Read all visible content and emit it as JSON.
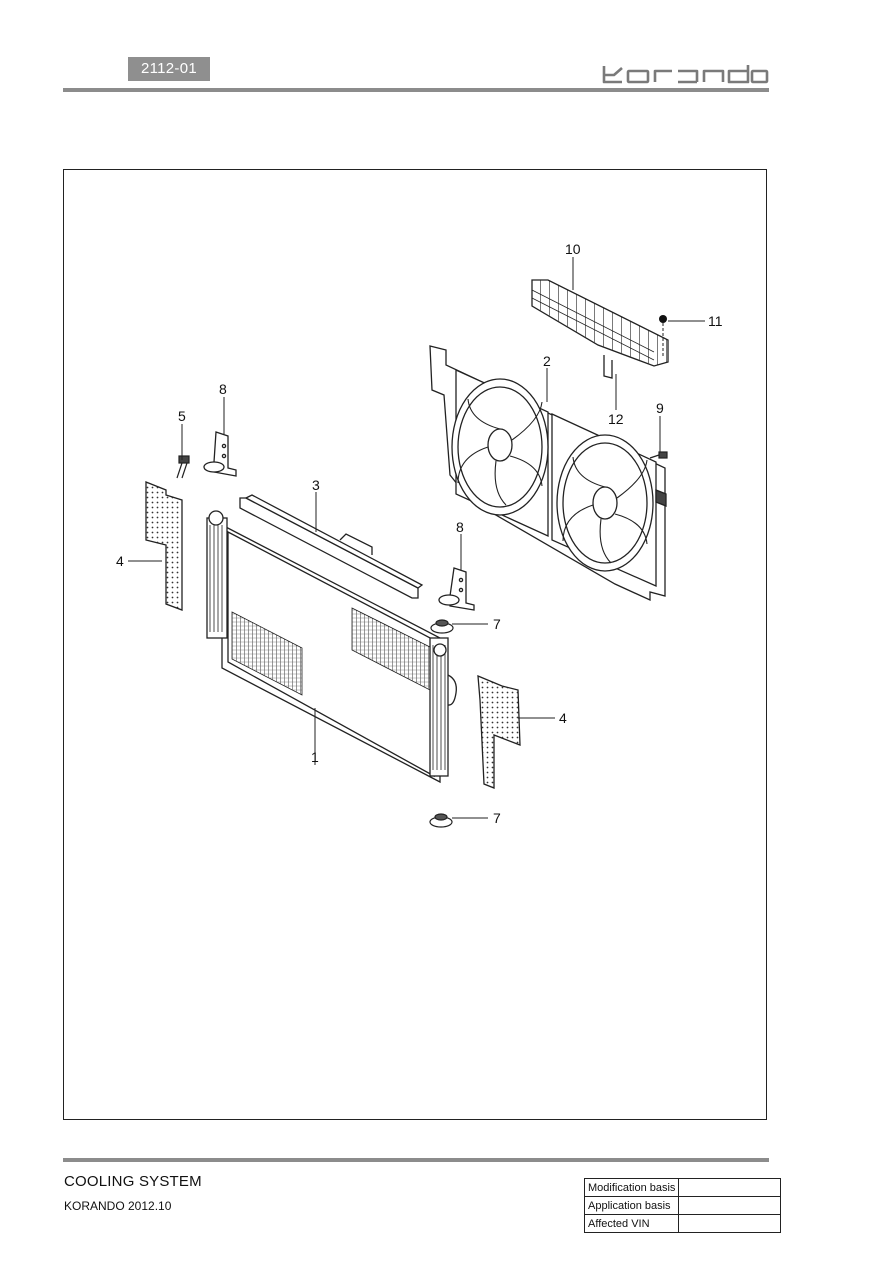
{
  "header": {
    "page_code": "2112-01",
    "brand": "korando"
  },
  "diagram": {
    "callouts": [
      "1",
      "2",
      "3",
      "4",
      "4",
      "5",
      "7",
      "7",
      "8",
      "8",
      "9",
      "10",
      "11",
      "12"
    ]
  },
  "footer": {
    "section_title": "COOLING SYSTEM",
    "model": "KORANDO 2012.10",
    "table": [
      {
        "label": "Modification basis",
        "value": ""
      },
      {
        "label": "Application basis",
        "value": ""
      },
      {
        "label": "Affected VIN",
        "value": ""
      }
    ]
  }
}
